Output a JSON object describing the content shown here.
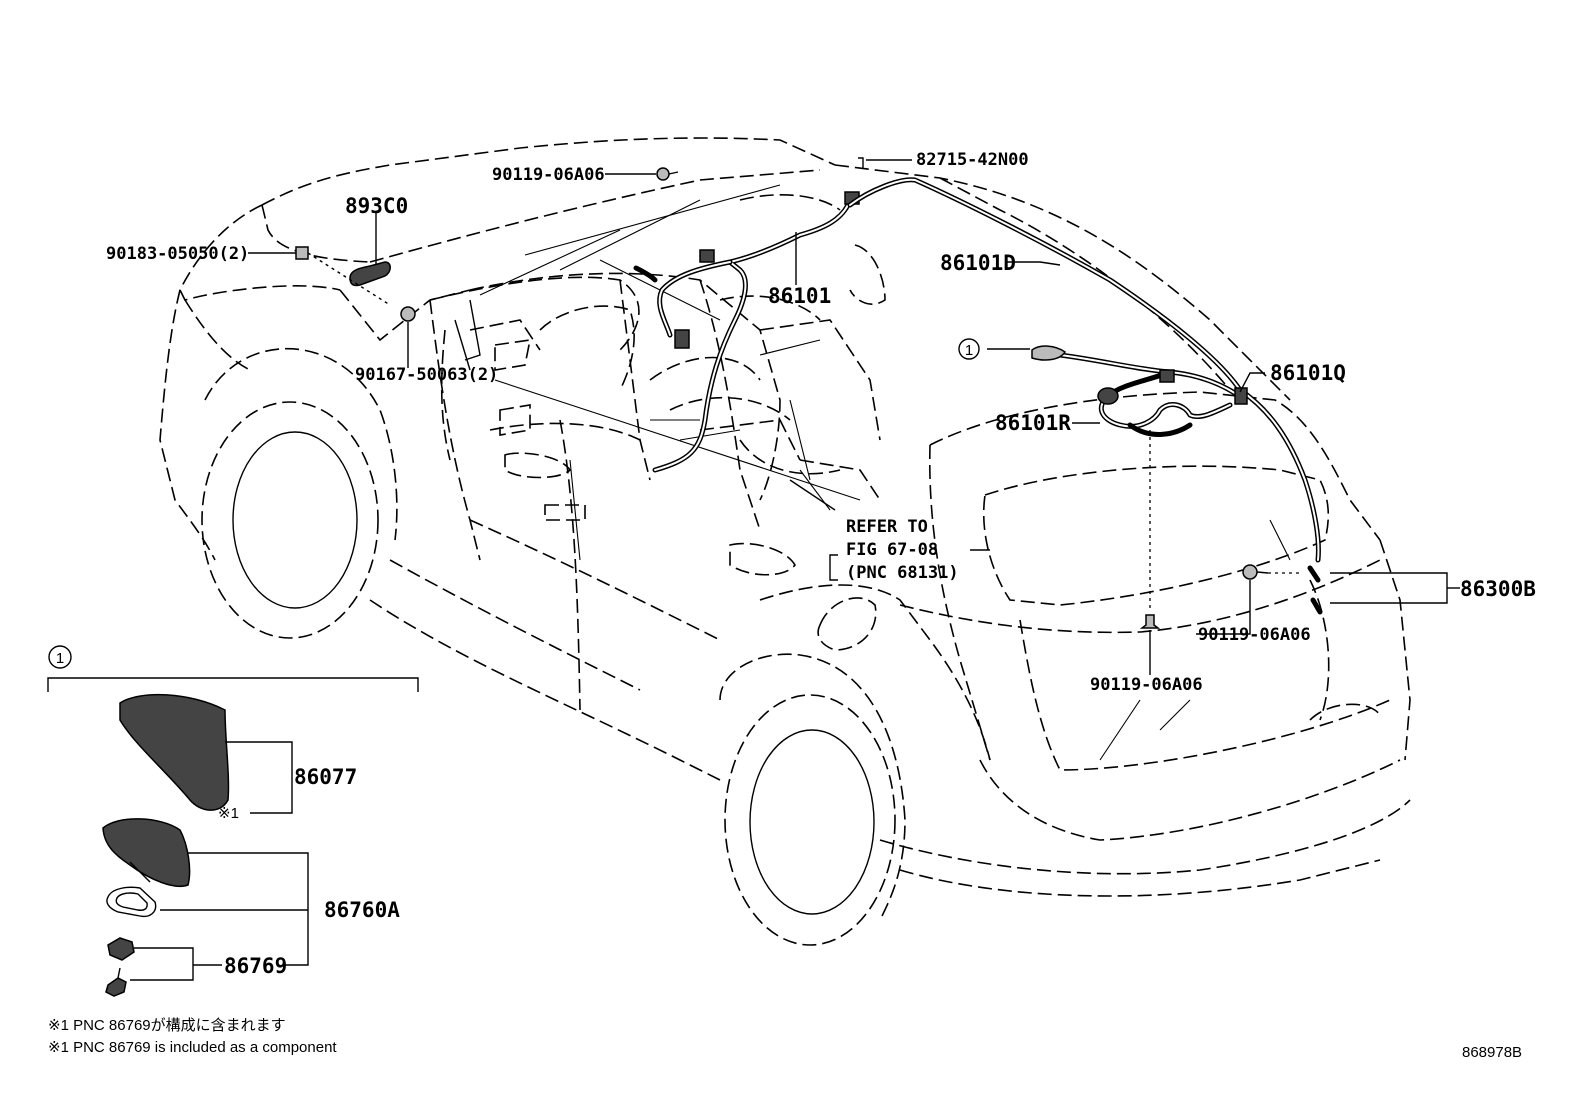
{
  "labels": {
    "p82715": "82715-42N00",
    "p90119_top": "90119-06A06",
    "p893C0": "893C0",
    "p90183": "90183-05050(2)",
    "p86101": "86101",
    "p86101D": "86101D",
    "p90167": "90167-50063(2)",
    "p86101Q": "86101Q",
    "p86101R": "86101R",
    "refer_line1": "REFER TO",
    "refer_line2": "FIG 67-08",
    "refer_line3": "(PNC 68131)",
    "p86300B": "86300B",
    "p90119_mid": "90119-06A06",
    "p90119_low": "90119-06A06",
    "p86077": "86077",
    "p86760A": "86760A",
    "p86769": "86769",
    "callout_1": "1",
    "callout_1_detail": "1",
    "footnote_mark": "※1"
  },
  "notes": {
    "jp": "※1 PNC 86769が構成に含まれます",
    "en": "※1 PNC 86769 is included as a component"
  },
  "figure_id": "868978B"
}
